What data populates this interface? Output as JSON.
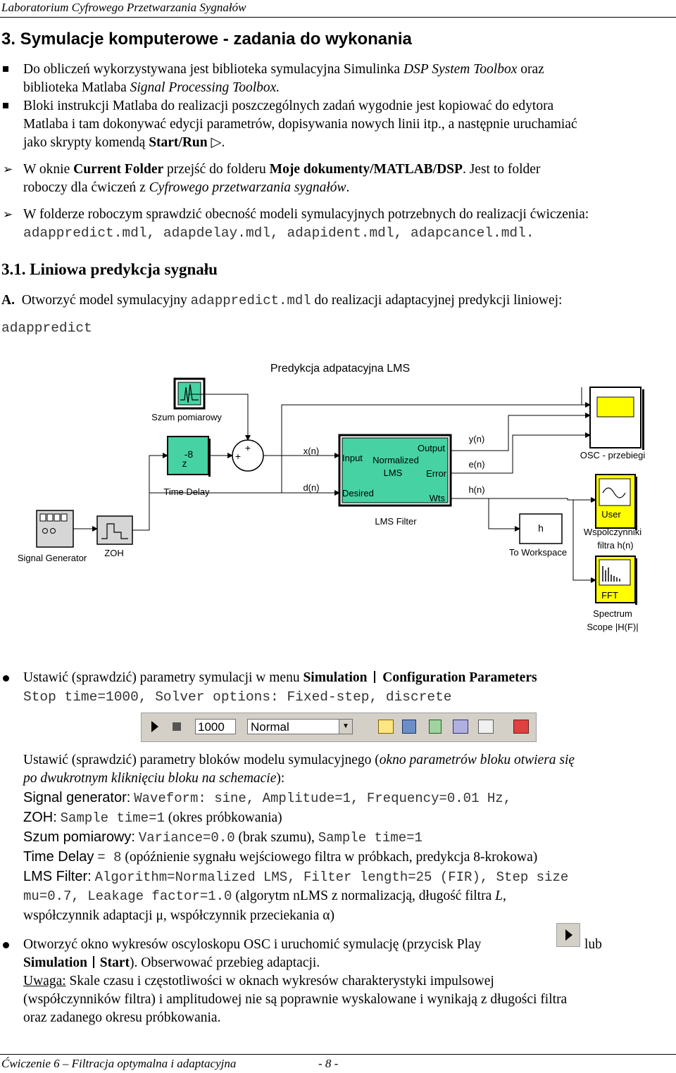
{
  "header": {
    "title": "Laboratorium Cyfrowego Przetwarzania Sygnałów"
  },
  "section": {
    "title": "3. Symulacje komputerowe - zadania do wykonania"
  },
  "bullets": {
    "b1_l1a": "Do obliczeń wykorzystywana jest biblioteka symulacyjna Simulinka ",
    "b1_l1i": "DSP System Toolbox",
    "b1_l1b": " oraz",
    "b1_l2a": "biblioteka Matlaba ",
    "b1_l2i": "Signal Processing Toolbox.",
    "b2_l1": "Bloki instrukcji Matlaba do realizacji poszczególnych zadań wygodnie jest kopiować do edytora",
    "b2_l2": "Matlaba i tam dokonywać edycji parametrów, dopisywania nowych linii itp., a następnie uruchamiać",
    "b2_l3a": "jako skrypty komendą ",
    "b2_l3b": "Start/Run",
    "b2_l3c": " ▷."
  },
  "arrows": {
    "a1_l1a": "W oknie ",
    "a1_l1b": "Current Folder",
    "a1_l1c": " przejść do folderu ",
    "a1_l1d": "Moje dokumenty/MATLAB/DSP",
    "a1_l1e": ". Jest to folder",
    "a1_l2a": "roboczy dla ćwiczeń z ",
    "a1_l2b": "Cyfrowego przetwarzania sygnałów",
    "a1_l2c": ".",
    "a2_l1": "W folderze roboczym sprawdzić obecność modeli symulacyjnych potrzebnych do realizacji ćwiczenia:",
    "a2_l2": "adappredict.mdl, adapdelay.mdl, adapident.mdl, adapcancel.mdl."
  },
  "subsection": {
    "title": "3.1. Liniowa predykcja sygnału"
  },
  "stepA": {
    "label": "A.",
    "text_a": "Otworzyć model symulacyjny ",
    "code": "adappredict.mdl",
    "text_b": " do realizacji adaptacyjnej predykcji liniowej:",
    "model_name": "adappredict"
  },
  "diagram": {
    "title": "Predykcja adpatacyjna LMS",
    "noise_label": "Szum pomiarowy",
    "delay_num": "-8",
    "delay_z": "z",
    "delay_label": "Time Delay",
    "plus1": "+",
    "plus2": "+",
    "xn": "x(n)",
    "dn": "d(n)",
    "lms_input": "Input",
    "lms_output": "Output",
    "lms_center1": "Normalized",
    "lms_center2": "LMS",
    "lms_error": "Error",
    "lms_desired": "Desired",
    "lms_wts": "Wts",
    "lms_label": "LMS Filter",
    "yn": "y(n)",
    "en": "e(n)",
    "hn": "h(n)",
    "osc_label": "OSC - przebiegi",
    "user_label": "User",
    "wsp_label1": "Wspolczynniki",
    "wsp_label2": "filtra h(n)",
    "fft_label": "FFT",
    "spec_label1": "Spectrum",
    "spec_label2": "Scope |H(F)|",
    "sg_label": "Signal Generator",
    "zoh_label": "ZOH",
    "ws_h": "h",
    "ws_label": "To Workspace"
  },
  "sim": {
    "l1a": "Ustawić (sprawdzić) parametry symulacji w menu ",
    "l1b": "Simulation",
    "l1c": "Configuration Parameters",
    "l2": "Stop time=1000, Solver options: Fixed-step, discrete"
  },
  "toolbar": {
    "stop_time": "1000",
    "mode": "Normal"
  },
  "params": {
    "intro1a": "Ustawić (sprawdzić) parametry bloków modelu symulacyjnego (",
    "intro1b": "okno parametrów bloku otwiera się",
    "intro2a": "po dwukrotnym kliknięciu bloku na schemacie",
    "intro2b": "):",
    "sg_name": "Signal generator:",
    "sg_val": "Waveform: sine, Amplitude=1, Frequency=0.01 Hz,",
    "zoh_name": "ZOH:",
    "zoh_val": "Sample time=1",
    "zoh_note": "(okres próbkowania)",
    "noise_name": "Szum pomiarowy:",
    "noise_val": "Variance=0.0",
    "noise_note": "(brak szumu),",
    "noise_val2": "Sample time=1",
    "td_name": "Time Delay",
    "td_val": "= 8",
    "td_note": "(opóźnienie sygnału wejściowego filtra w próbkach, predykcja 8-krokowa)",
    "lms_name": "LMS Filter:",
    "lms_val": "Algorithm=Normalized LMS, Filter length=25 (FIR), Step size",
    "lms_val2": "mu=0.7, Leakage factor=1.0",
    "lms_note_a": "(algorytm nLMS z normalizacją, długość filtra ",
    "lms_note_L": "L",
    "lms_note_b": ",",
    "lms_note2a": "współczynnik adaptacji ",
    "lms_note2mu": "μ",
    "lms_note2b": ", współczynnik przeciekania ",
    "lms_note2alpha": "α",
    "lms_note2c": ")"
  },
  "last": {
    "l1a": "Otworzyć okno wykresów oscyloskopu OSC i uruchomić symulację (przycisk Play",
    "l1b": "lub",
    "l2a": "Simulation",
    "l2b": "Start",
    "l2c": "). Obserwować przebieg adaptacji.",
    "l3a": "Uwaga:",
    "l3b": " Skale czasu i częstotliwości w oknach wykresów charakterystyki impulsowej",
    "l4": "(współczynników filtra) i amplitudowej nie są poprawnie wyskalowane i wynikają z długości filtra",
    "l5": "oraz zadanego okresu próbkowania."
  },
  "footer": {
    "left": "Ćwiczenie 6 – Filtracja optymalna i adaptacyjna",
    "page": "- 8 -"
  }
}
